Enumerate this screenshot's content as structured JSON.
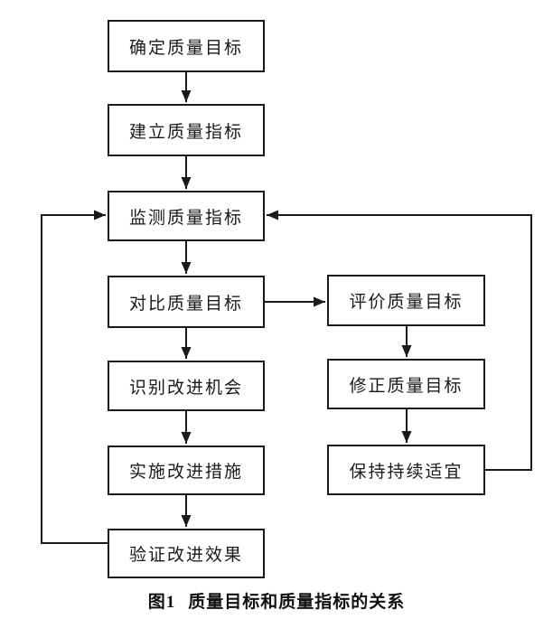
{
  "figure": {
    "caption": {
      "label": "图1",
      "title": "质量目标和质量指标的关系"
    },
    "boxes": [
      {
        "label": "确定质量目标"
      },
      {
        "label": "建立质量指标"
      },
      {
        "label": "监测质量指标"
      },
      {
        "label": "对比质量目标"
      },
      {
        "label": "识别改进机会"
      },
      {
        "label": "实施改进措施"
      },
      {
        "label": "验证改进效果"
      },
      {
        "label": "评价质量目标"
      },
      {
        "label": "修正质量目标"
      },
      {
        "label": "保持持续适宜"
      }
    ],
    "colors": {
      "line": "#1a1a1a",
      "box_border": "#1a1a1a",
      "text": "#1a1a1a",
      "background": "#ffffff"
    }
  }
}
